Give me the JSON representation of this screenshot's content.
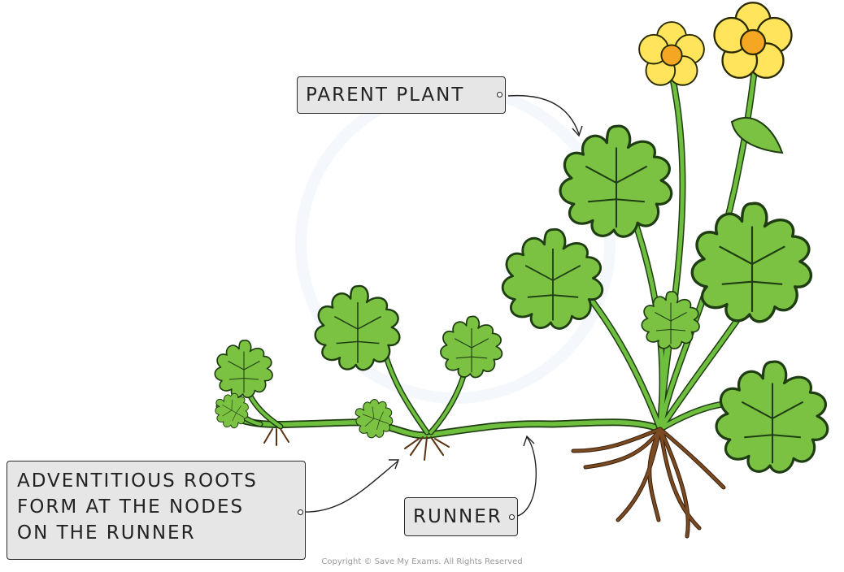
{
  "labels": {
    "parent_plant": "PARENT PLANT",
    "adventitious_roots": [
      "ADVENTITIOUS ROOTS",
      "FORM AT THE NODES",
      "ON THE RUNNER"
    ],
    "runner": "RUNNER"
  },
  "copyright": "Copyright © Save My Exams. All Rights Reserved",
  "colors": {
    "leaf": "#7cc242",
    "leaf_outline": "#1f3d12",
    "stem": "#6fbf3f",
    "root": "#7a4a22",
    "petal": "#ffe45c",
    "flower_center": "#f5a623",
    "label_bg": "#e6e6e6"
  }
}
